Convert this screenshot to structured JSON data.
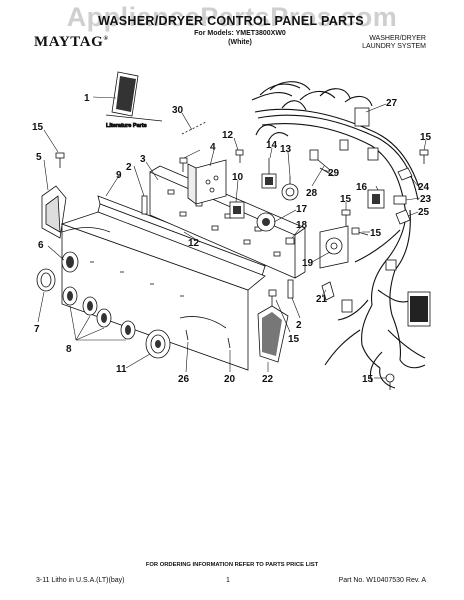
{
  "watermark": "AppliancePartsPros.com",
  "header": {
    "title": "WASHER/DRYER CONTROL PANEL PARTS",
    "model_line": "For Models: YMET3800XW0",
    "variant": "(White)",
    "brand": "MAYTAG",
    "brand_mark": "®",
    "system_line1": "WASHER/DRYER",
    "system_line2": "LAUNDRY SYSTEM"
  },
  "diagram": {
    "literature_label": "Literature Parts",
    "callouts": [
      "1",
      "30",
      "15",
      "12",
      "4",
      "3",
      "2",
      "9",
      "5",
      "14",
      "13",
      "10",
      "17",
      "18",
      "27",
      "15",
      "24",
      "23",
      "25",
      "16",
      "28",
      "29",
      "15",
      "12",
      "15",
      "19",
      "21",
      "15",
      "2",
      "6",
      "7",
      "8",
      "11",
      "26",
      "20",
      "22",
      "15"
    ]
  },
  "footer": {
    "ordering_note": "FOR ORDERING INFORMATION REFER TO PARTS PRICE LIST",
    "litho": "3-11 Litho in U.S.A.(LT)(bay)",
    "page": "1",
    "part_no": "Part No. W10407530 Rev. A"
  }
}
